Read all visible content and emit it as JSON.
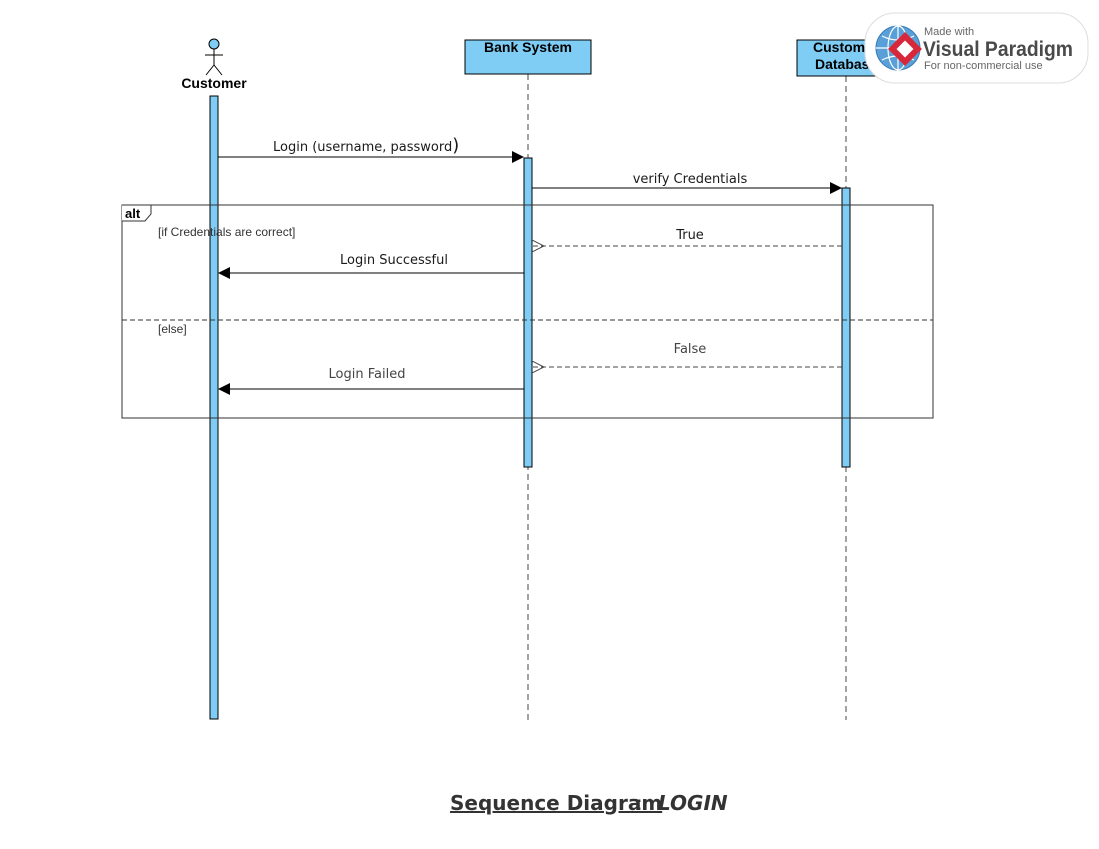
{
  "diagram": {
    "participants": {
      "customer": "Customer",
      "bank_system": "Bank System",
      "customer_database_line1": "Custom",
      "customer_database_line2": "Databas"
    },
    "messages": {
      "login_request": "Login (username, password",
      "login_request_paren": ")",
      "verify": "verify Credentials",
      "true_reply": "True",
      "login_success": "Login Successful",
      "false_reply": "False",
      "login_failed": "Login Failed"
    },
    "fragment": {
      "operator": "alt",
      "guard_1": "[if Credentials are  correct]",
      "guard_2": "[else]"
    },
    "colors": {
      "activation_fill": "#7fcdf5",
      "lifeline": "#555555"
    }
  },
  "caption": {
    "title": "Sequence Diagram",
    "separator": ":",
    "subtitle": "LOGIN"
  },
  "watermark": {
    "made_with": "Made with",
    "brand": "Visual Paradigm",
    "note": "For non-commercial use"
  }
}
